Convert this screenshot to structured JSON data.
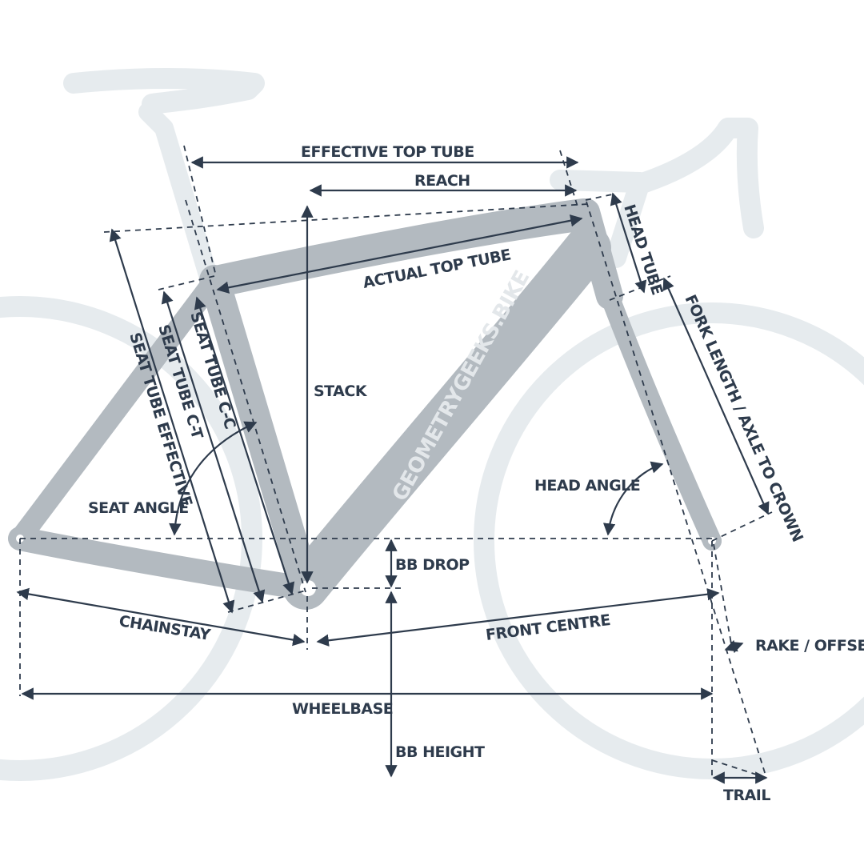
{
  "watermark": "GEOMETRYGEEKS.BIKE",
  "labels": {
    "effective_top_tube": "EFFECTIVE TOP TUBE",
    "reach": "REACH",
    "head_tube": "HEAD TUBE",
    "actual_top_tube": "ACTUAL TOP TUBE",
    "fork_length": "FORK LENGTH / AXLE TO CROWN",
    "seat_tube_cc": "SEAT TUBE C-C",
    "seat_tube_ct": "SEAT TUBE C-T",
    "seat_tube_effective": "SEAT TUBE EFFECTIVE",
    "stack": "STACK",
    "seat_angle": "SEAT ANGLE",
    "head_angle": "HEAD ANGLE",
    "bb_drop": "BB DROP",
    "chainstay": "CHAINSTAY",
    "front_centre": "FRONT CENTRE",
    "rake_offset": "RAKE / OFFSET",
    "wheelbase": "WHEELBASE",
    "bb_height": "BB HEIGHT",
    "trail": "TRAIL"
  },
  "colors": {
    "frame": "#b3bac0",
    "ghost": "#e6ebee",
    "ink": "#2e3b4c",
    "background": "#ffffff"
  }
}
